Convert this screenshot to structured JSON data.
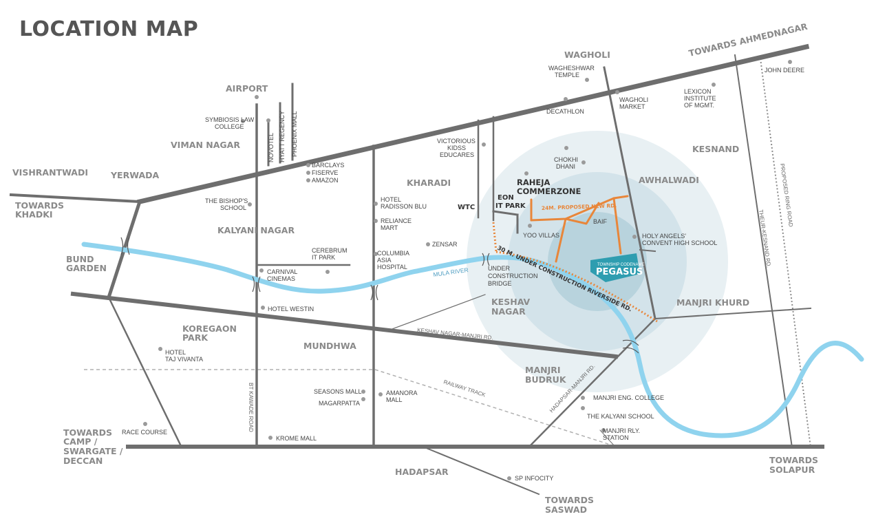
{
  "title": "LOCATION MAP",
  "colors": {
    "road": "#6e6e6e",
    "river": "#8fd3ee",
    "orange_road": "#e8863a",
    "project": "#2e9db0",
    "circle_outer": "#e6eff2",
    "circle_mid": "#cfe1e8",
    "circle_inner": "#b3d0da"
  },
  "project": {
    "name": "PEGASUS",
    "brand": "TOWNSHIP CODENAME"
  },
  "areas": {
    "wagholi": "WAGHOLI",
    "airport": "AIRPORT",
    "viman_nagar": "VIMAN NAGAR",
    "vishrantwadi": "VISHRANTWADI",
    "yerwada": "YERWADA",
    "towards_khadki_1": "TOWARDS",
    "towards_khadki_2": "KHADKI",
    "kalyani_nagar": "KALYANI NAGAR",
    "bund_garden_1": "BUND",
    "bund_garden_2": "GARDEN",
    "koregaon_1": "KOREGAON",
    "koregaon_2": "PARK",
    "mundhwa": "MUNDHWA",
    "kharadi": "KHARADI",
    "keshav_1": "KESHAV",
    "keshav_2": "NAGAR",
    "kesnand": "KESNAND",
    "awhalwadi": "AWHALWADI",
    "manjri_khurd": "MANJRI KHURD",
    "manjri_budruk_1": "MANJRI",
    "manjri_budruk_2": "BUDRUK",
    "hadapsar": "HADAPSAR",
    "towards_ahmednagar": "TOWARDS AHMEDNAGAR",
    "towards_camp_1": "TOWARDS",
    "towards_camp_2": "CAMP /",
    "towards_camp_3": "SWARGATE /",
    "towards_camp_4": "DECCAN",
    "towards_solapur_1": "TOWARDS",
    "towards_solapur_2": "SOLAPUR",
    "towards_saswad_1": "TOWARDS",
    "towards_saswad_2": "SASWAD"
  },
  "landmarks": {
    "wagheshwar_1": "WAGHESHWAR",
    "wagheshwar_2": "TEMPLE",
    "wagholi_market_1": "WAGHOLI",
    "wagholi_market_2": "MARKET",
    "decathlon": "DECATHLON",
    "lexicon_1": "LEXICON",
    "lexicon_2": "INSTITUTE",
    "lexicon_3": "OF MGMT.",
    "john_deere": "JOHN DEERE",
    "symbiosis_1": "SYMBIOSIS LAW",
    "symbiosis_2": "COLLEGE",
    "novotel": "NOVOTEL",
    "hyatt": "HYATT REGENCY",
    "phoenix": "PHOENIX MALL",
    "barclays": "BARCLAYS",
    "fiserve": "FISERVE",
    "amazon": "AMAZON",
    "victorious_1": "VICTORIOUS",
    "victorious_2": "KIDSS",
    "victorious_3": "EDUCARES",
    "chokhi_1": "CHOKHI",
    "chokhi_2": "DHANI",
    "bishops_1": "THE BISHOP'S",
    "bishops_2": "SCHOOL",
    "radisson_1": "HOTEL",
    "radisson_2": "RADISSON BLU",
    "reliance_1": "RELIANCE",
    "reliance_2": "MART",
    "yoo_villas": "YOO VILLAS",
    "baif": "BAIF",
    "holy_angels_1": "HOLY ANGELS'",
    "holy_angels_2": "CONVENT HIGH SCHOOL",
    "cerebrum_1": "CEREBRUM",
    "cerebrum_2": "IT PARK",
    "columbia_1": "COLUMBIA",
    "columbia_2": "ASIA",
    "columbia_3": "HOSPITAL",
    "zensar": "ZENSAR",
    "under_bridge_1": "UNDER",
    "under_bridge_2": "CONSTRUCTION",
    "under_bridge_3": "BRIDGE",
    "carnival_1": "CARNIVAL",
    "carnival_2": "CINEMAS",
    "westin": "HOTEL WESTIN",
    "taj_1": "HOTEL",
    "taj_2": "TAJ VIVANTA",
    "seasons": "SEASONS MALL",
    "magarpatta": "MAGARPATTA",
    "amanora_1": "AMANORA",
    "amanora_2": "MALL",
    "race_course": "RACE COURSE",
    "krome": "KROME MALL",
    "manjri_eng": "MANJRI ENG. COLLEGE",
    "kalyani_school": "THE KALYANI SCHOOL",
    "manjri_rly_1": "MANJRI RLY.",
    "manjri_rly_2": "STATION",
    "sp_infocity": "SP INFOCITY"
  },
  "key_places": {
    "raheja_1": "RAHEJA",
    "raheja_2": "COMMERZONE",
    "eon_1": "EON",
    "eon_2": "IT PARK",
    "wtc": "WTC"
  },
  "roads": {
    "proposed_24m": "24M. PROPOSED NEW RD.",
    "riverside": "30 M. UNDER CONSTRUCTION RIVERSIDE RD.",
    "mula_river": "MULA RIVER",
    "keshav_manjri": "KESHAV NAGAR-MANJRI RD.",
    "railway": "RAILWAY TRACK",
    "hadapsar_manjri": "HADAPSAR-MANJRI RD.",
    "bt_kawade": "BT KAWADE ROAD",
    "theur_kesnand": "THEUR-KESNAND RD.",
    "proposed_ring": "PROPOSED RING ROAD"
  }
}
